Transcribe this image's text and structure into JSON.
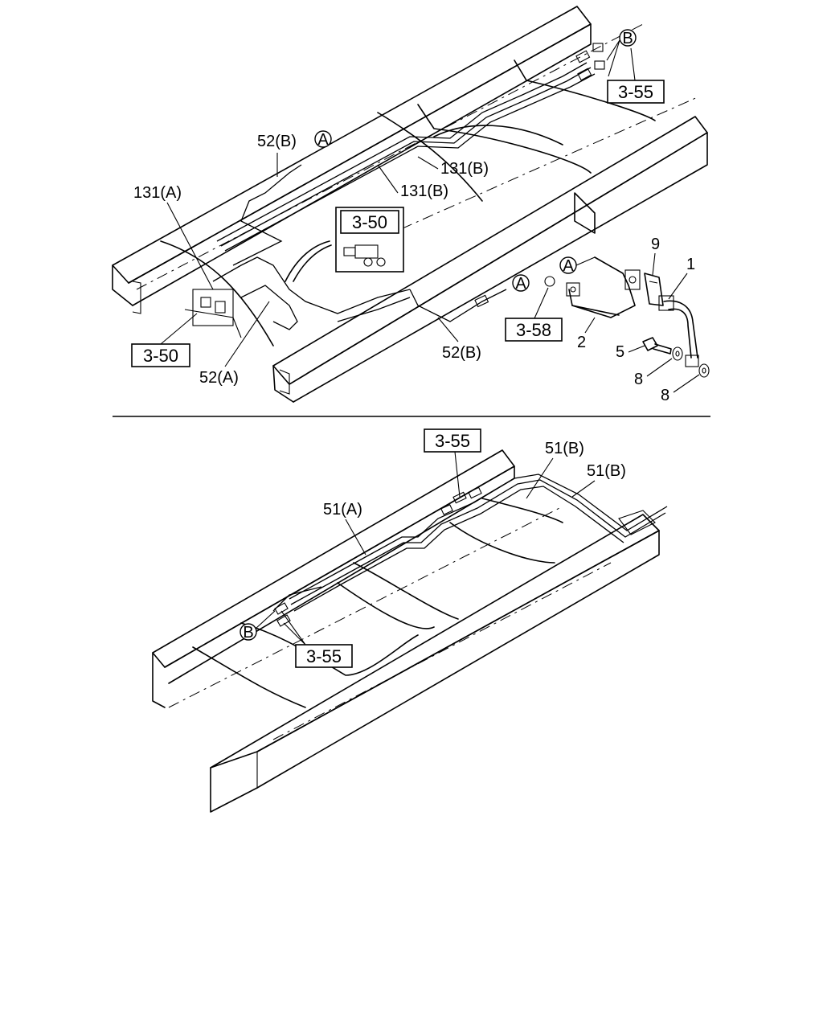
{
  "labels": {
    "l52b_top": "52(B)",
    "l131b_1": "131(B)",
    "l131b_2": "131(B)",
    "l131a": "131(A)",
    "l52b_bottom": "52(B)",
    "l52a": "52(A)",
    "l9": "9",
    "l1": "1",
    "l2": "2",
    "l5": "5",
    "l8a": "8",
    "l8b": "8",
    "l51a": "51(A)",
    "l51b_1": "51(B)",
    "l51b_2": "51(B)"
  },
  "refs": {
    "r355_top": "3-55",
    "r350_inset": "3-50",
    "r350_left": "3-50",
    "r358": "3-58",
    "r355_lower_top": "3-55",
    "r355_lower_bottom": "3-55"
  },
  "markers": {
    "a1": "A",
    "a2": "A",
    "a3": "A",
    "b1": "B",
    "b2": "B"
  }
}
